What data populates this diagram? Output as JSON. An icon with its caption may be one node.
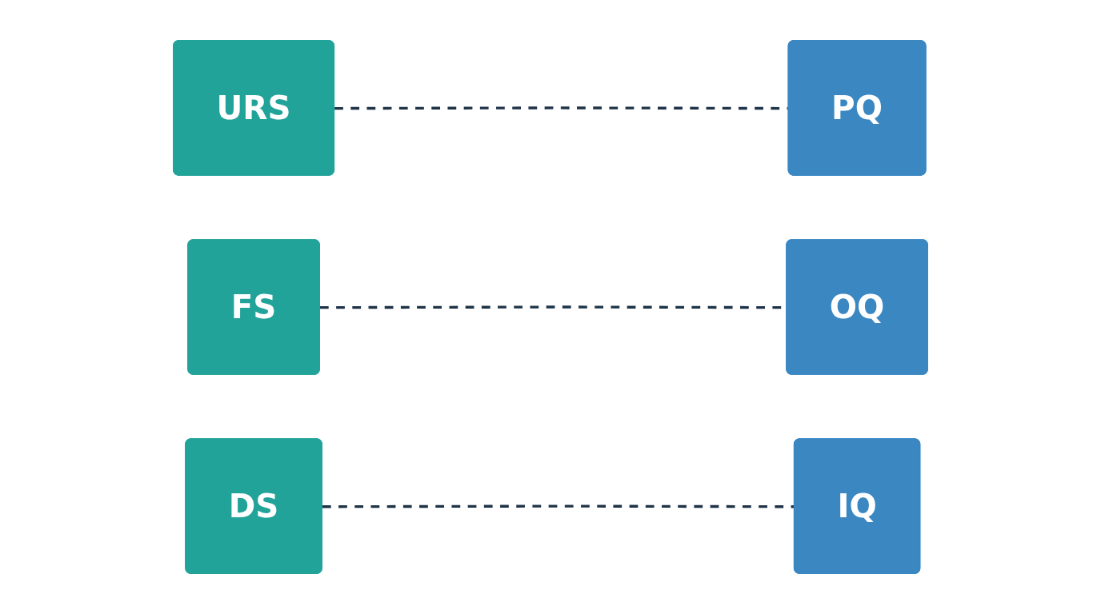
{
  "diagram": {
    "nodes": [
      {
        "text": [
          "URS"
        ]
      },
      {
        "text": [
          "PQ"
        ]
      },
      {
        "text": [
          "FS"
        ]
      },
      {
        "text": [
          "OQ"
        ]
      },
      {
        "text": [
          "DS"
        ]
      },
      {
        "text": [
          "IQ"
        ]
      }
    ],
    "edges": [
      {
        "from": 0,
        "to": 1,
        "arrow": "none",
        "style": "dashed"
      },
      {
        "from": 2,
        "to": 3,
        "arrow": "none",
        "style": "dashed"
      },
      {
        "from": 4,
        "to": 5,
        "arrow": "none",
        "style": "dashed"
      }
    ]
  }
}
